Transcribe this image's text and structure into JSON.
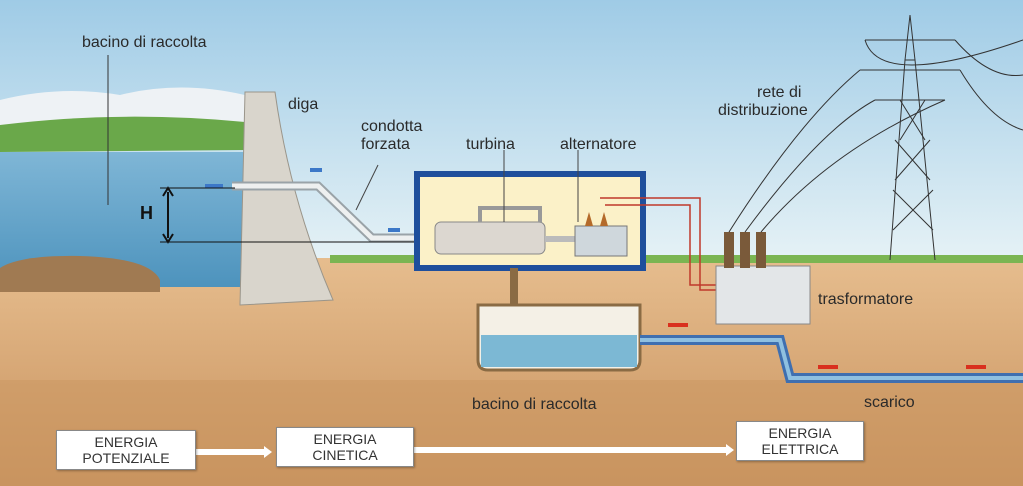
{
  "labels": {
    "reservoir": "bacino di raccolta",
    "dam": "diga",
    "penstock_line1": "condotta",
    "penstock_line2": "forzata",
    "turbine": "turbina",
    "alternator": "alternatore",
    "grid_line1": "rete di",
    "grid_line2": "distribuzione",
    "transformer": "trasformatore",
    "collection_basin": "bacino di raccolta",
    "discharge": "scarico",
    "head": "H"
  },
  "energy_flow": [
    {
      "line1": "ENERGIA",
      "line2": "POTENZIALE"
    },
    {
      "line1": "ENERGIA",
      "line2": "CINETICA"
    },
    {
      "line1": "ENERGIA",
      "line2": "ELETTRICA"
    }
  ],
  "colors": {
    "sky": "#cfe6f2",
    "ground": "#d9a877",
    "water": "#5f9fc6",
    "building_border": "#1f4f9c",
    "flow_arrow": "#d9301e"
  }
}
